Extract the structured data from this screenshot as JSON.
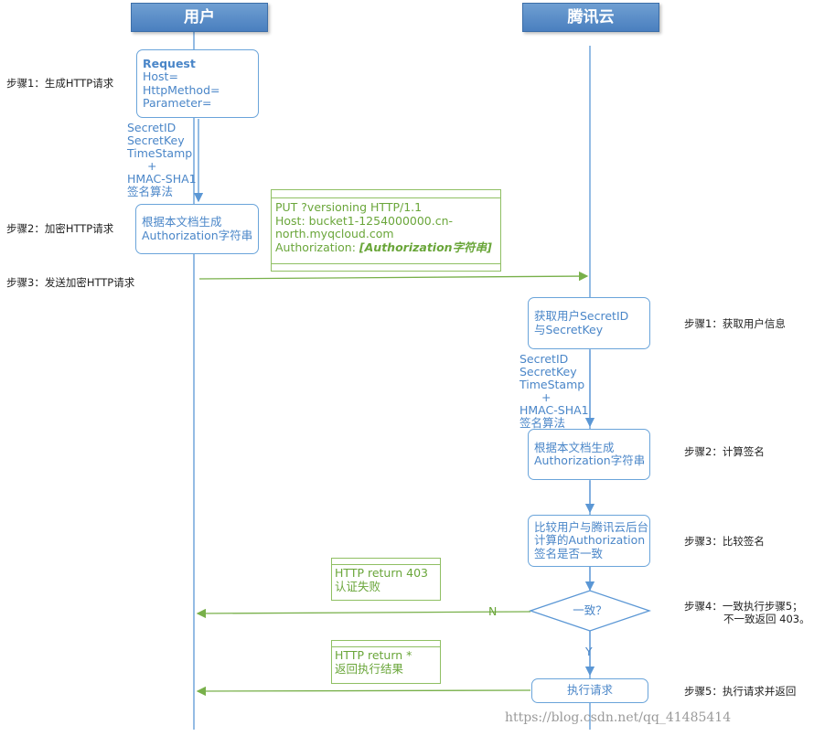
{
  "headers": {
    "user": "用户",
    "cloud": "腾讯云"
  },
  "user_steps": {
    "s1": "步骤1：生成HTTP请求",
    "s2": "步骤2：加密HTTP请求",
    "s3": "步骤3：发送加密HTTP请求"
  },
  "cloud_steps": {
    "s1": "步骤1：获取用户信息",
    "s2": "步骤2：计算签名",
    "s3": "步骤3：比较签名",
    "s4_line1": "步骤4：一致执行步骤5；",
    "s4_line2": "不一致返回 403。",
    "s5": "步骤5：执行请求并返回"
  },
  "request_box": {
    "title": "Request",
    "lines": [
      "Host=",
      "HttpMethod=",
      "Parameter="
    ]
  },
  "user_inputs": [
    "SecretID",
    "SecretKey",
    "TimeStamp",
    "+",
    "HMAC-SHA1",
    "签名算法"
  ],
  "user_gen_box": [
    "根据本文档生成",
    "Authorization字符串"
  ],
  "http_request_box": {
    "lines": [
      "PUT ?versioning HTTP/1.1",
      "Host: bucket1-1254000000.cn-",
      "north.myqcloud.com"
    ],
    "auth_label": "Authorization: ",
    "auth_value": "[Authorization字符串]"
  },
  "cloud_get_box": [
    "获取用户SecretID",
    "与SecretKey"
  ],
  "cloud_inputs": [
    "SecretID",
    "SecretKey",
    "TimeStamp",
    "+",
    "HMAC-SHA1",
    "签名算法"
  ],
  "cloud_gen_box": [
    "根据本文档生成",
    "Authorization字符串"
  ],
  "compare_box": [
    "比较用户与腾讯云后台",
    "计算的Authorization",
    "签名是否一致"
  ],
  "decision": "一致？",
  "no_label": "N",
  "yes_label": "Y",
  "fail_box": [
    "HTTP return 403",
    "认证失败"
  ],
  "success_box": [
    "HTTP return *",
    "返回执行结果"
  ],
  "exec_box": "执行请求",
  "watermark": "https://blog.csdn.net/qq_41485414",
  "colors": {
    "blue": "#4a86c8",
    "green": "#6aa63a",
    "header": "#4a7fbf"
  }
}
